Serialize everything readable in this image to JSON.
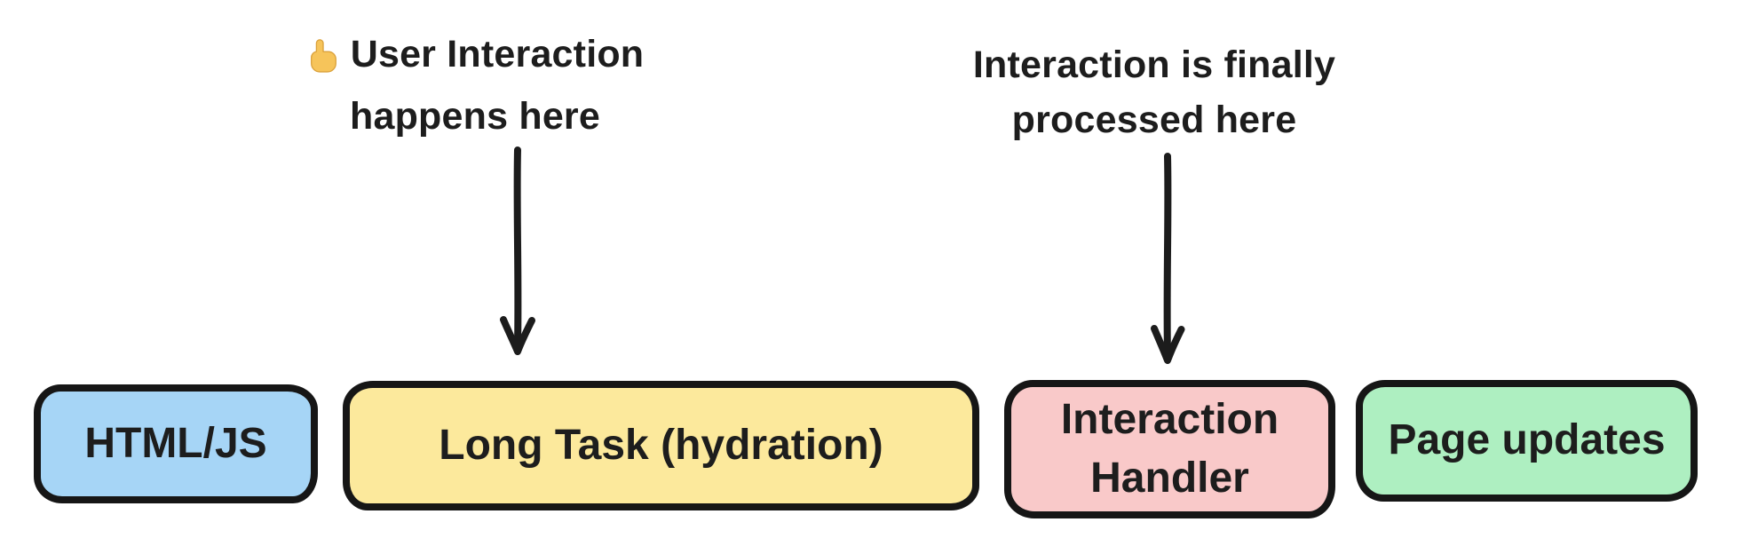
{
  "diagram": {
    "background": "#ffffff",
    "ink_color": "#1d1d1d",
    "border_color": "#161616"
  },
  "annotations": {
    "user_interaction": {
      "icon": "pointing-up-icon",
      "icon_color": "#f6c45a",
      "line1": "User Interaction",
      "line2": "happens here"
    },
    "processed": {
      "line1": "Interaction is finally",
      "line2": "processed here"
    }
  },
  "arrows": [
    {
      "name": "user-interaction-arrow",
      "direction": "down"
    },
    {
      "name": "processed-arrow",
      "direction": "down"
    }
  ],
  "boxes": [
    {
      "label": "HTML/JS",
      "fill": "#a6d5f6"
    },
    {
      "label": "Long Task (hydration)",
      "fill": "#fce99c"
    },
    {
      "label": "Interaction Handler",
      "fill": "#f9c9c9"
    },
    {
      "label": "Page updates",
      "fill": "#aeefc1"
    }
  ]
}
